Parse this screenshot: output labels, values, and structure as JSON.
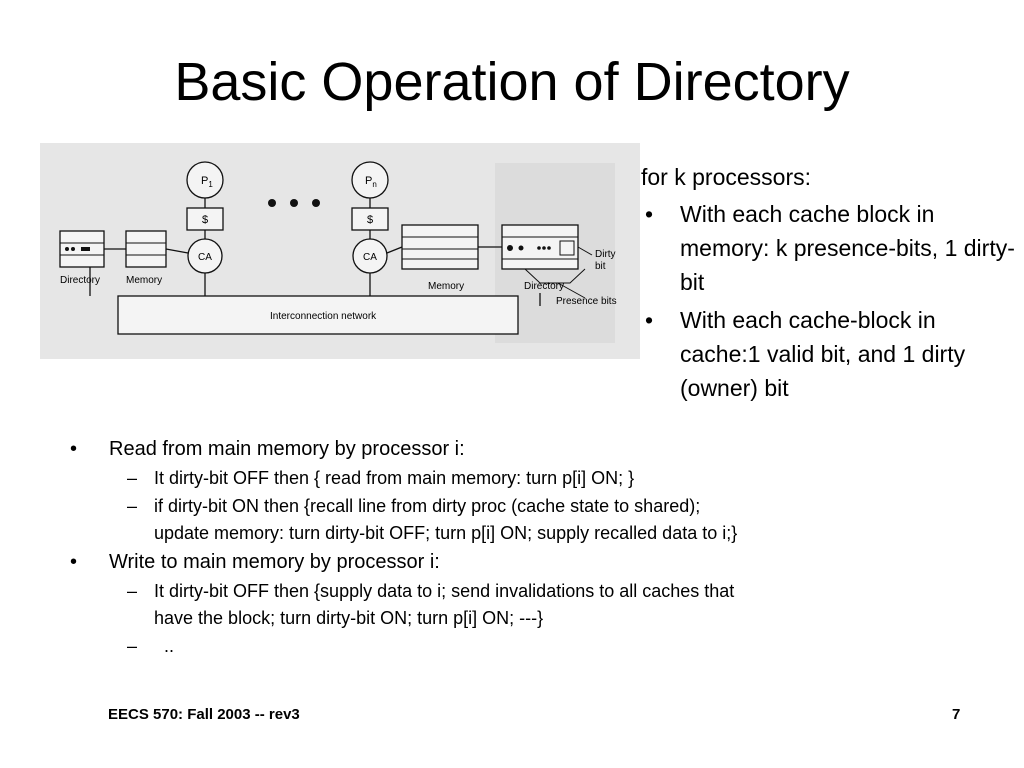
{
  "slide": {
    "title": "Basic Operation of Directory"
  },
  "figure": {
    "labels": {
      "p1": "P",
      "p1_sub": "1",
      "pn": "P",
      "pn_sub": "n",
      "cache_left": "$",
      "cache_right": "$",
      "ca_left": "CA",
      "ca_right": "CA",
      "directory_left": "Directory",
      "memory_left": "Memory",
      "memory_right": "Memory",
      "directory_right": "Directory",
      "dirty_bit_line1": "Dirty",
      "dirty_bit_line2": "bit",
      "presence_bits": "Presence bits",
      "interconnect": "Interconnection network"
    }
  },
  "right_panel": {
    "lead": "for k processors:",
    "bullets": [
      {
        "text": "With each cache block in memory: k presence-bits, 1 dirty-bit"
      },
      {
        "text": "With each cache-block in cache:1 valid bit, and 1 dirty (owner) bit"
      }
    ]
  },
  "main": {
    "items": [
      {
        "text": "Read from main memory by processor i:",
        "sub": [
          {
            "lines": [
              "It dirty-bit OFF then { read from main memory: turn  p[i] ON; }"
            ]
          },
          {
            "lines": [
              "if dirty-bit ON then {recall line from dirty proc (cache state to shared);",
              "update memory: turn dirty-bit OFF; turn p[i] ON; supply recalled data to i;}"
            ]
          }
        ]
      },
      {
        "text": "Write to main memory by processor i:",
        "sub": [
          {
            "lines": [
              "It dirty-bit OFF then {supply data to i; send invalidations to all caches that",
              "have the block; turn dirty-bit ON; turn p[i] ON; ---}"
            ]
          },
          {
            "lines": [
              "  .."
            ]
          }
        ]
      }
    ],
    "bullet_symbol": "•",
    "dash_symbol": "–"
  },
  "footer": {
    "course": "EECS 570: Fall 2003 -- rev3",
    "page": "7"
  }
}
